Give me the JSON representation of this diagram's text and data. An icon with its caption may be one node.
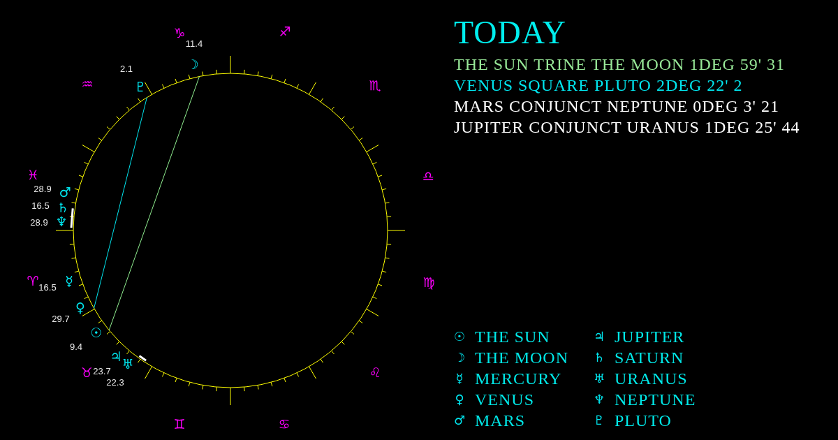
{
  "diagram": {
    "title": "TODAY",
    "labels": [
      "THE SUN TRINE THE MOON 1DEG 59' 31",
      "VENUS SQUARE PLUTO 2DEG 22' 2",
      "MARS CONJUNCT NEPTUNE 0DEG 3' 21",
      "JUPITER CONJUNCT URANUS 1DEG 25' 44",
      "♑",
      "11.4",
      "♐",
      "2.1",
      "☽",
      "♒",
      "♇",
      "♏",
      "♓",
      "♎",
      "28.9",
      "♂",
      "16.5",
      "♄",
      "28.9",
      "♆",
      "♈",
      "16.5",
      "☿",
      "♍",
      "♀",
      "29.7",
      "☉",
      "9.4",
      "♃",
      "♌",
      "♅",
      "♉",
      "23.7",
      "22.3",
      "♊",
      "♋",
      "☉",
      "☽",
      "☿",
      "♀",
      "♂",
      "♃",
      "♄",
      "♅",
      "♆",
      "♇"
    ],
    "legend": [
      {
        "text": "THE SUN"
      },
      {
        "text": "THE MOON"
      },
      {
        "text": "MERCURY"
      },
      {
        "text": "VENUS"
      },
      {
        "text": "MARS"
      },
      {
        "text": "JUPITER"
      },
      {
        "text": "SATURN"
      },
      {
        "text": "URANUS"
      },
      {
        "text": "NEPTUNE"
      },
      {
        "text": "PLUTO"
      }
    ]
  }
}
